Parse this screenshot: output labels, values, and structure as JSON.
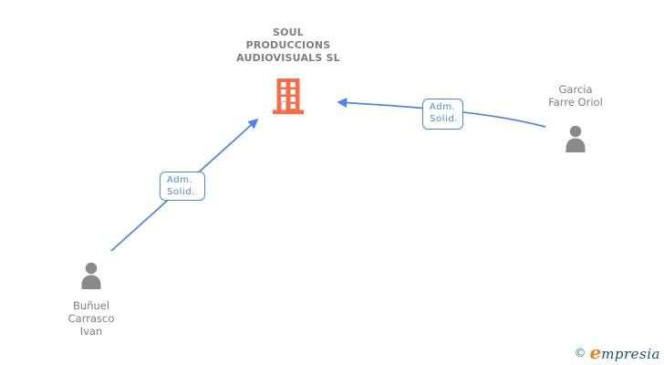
{
  "diagram": {
    "company": {
      "name": "SOUL\nPRODUCCIONS\nAUDIOVISUALS SL"
    },
    "persons": [
      {
        "name": "Garcia\nFarre Oriol"
      },
      {
        "name": "Buñuel\nCarrasco\nIvan"
      }
    ],
    "relations": [
      {
        "from": "Garcia Farre Oriol",
        "to": "SOUL PRODUCCIONS AUDIOVISUALS SL",
        "label": "Adm.\nSolid."
      },
      {
        "from": "Buñuel Carrasco Ivan",
        "to": "SOUL PRODUCCIONS AUDIOVISUALS SL",
        "label": "Adm.\nSolid."
      }
    ],
    "colors": {
      "edge": "#4a86e8",
      "building": "#fb6c47",
      "person": "#8a8a8a",
      "node_text": "#7e7e7e",
      "label_accent": "#4a86e8"
    }
  },
  "footer": {
    "copyright": "©",
    "brand_initial": "e",
    "brand_rest": "mpresia"
  }
}
